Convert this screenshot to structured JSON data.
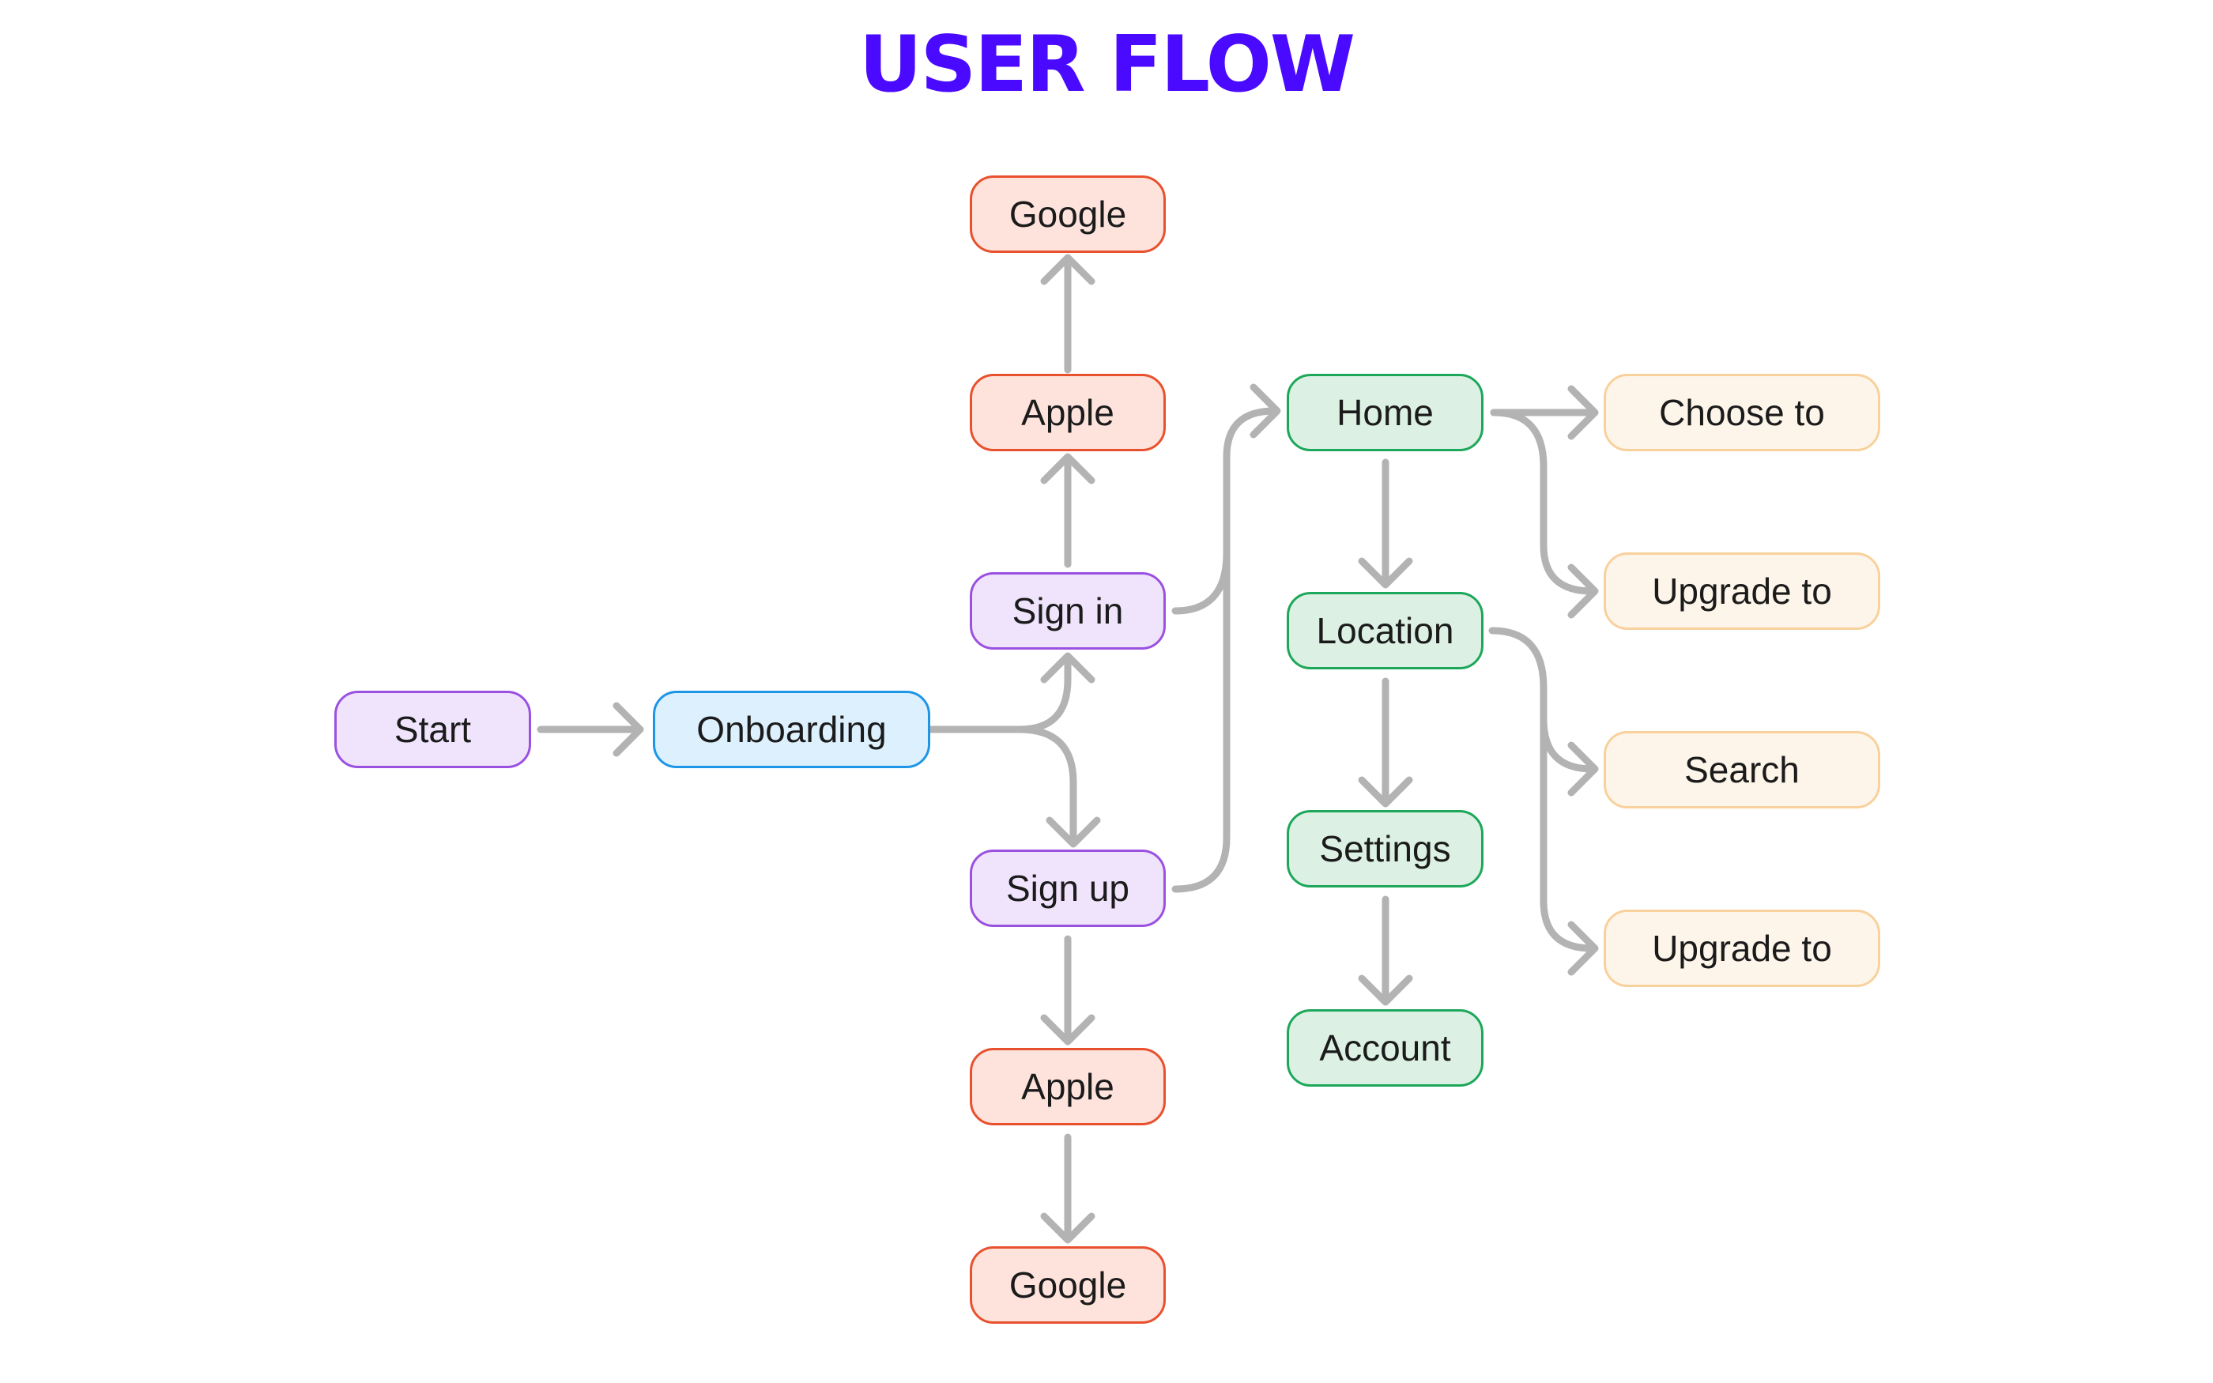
{
  "title": "USER FLOW",
  "colors": {
    "title": "#4A0AFF",
    "edge": "#B3B3B3",
    "purple": {
      "fill": "#F0E4FD",
      "border": "#9B51E0"
    },
    "blue": {
      "fill": "#DDF0FD",
      "border": "#1E96E8"
    },
    "red": {
      "fill": "#FDE3DC",
      "border": "#E8512E"
    },
    "green": {
      "fill": "#DCF1E4",
      "border": "#1DA75A"
    },
    "orange": {
      "fill": "#FEF5EA",
      "border": "#F8D19C"
    }
  },
  "nodes": [
    {
      "id": "start",
      "label": "Start",
      "color": "purple"
    },
    {
      "id": "onboarding",
      "label": "Onboarding",
      "color": "blue"
    },
    {
      "id": "sign-in",
      "label": "Sign in",
      "color": "purple"
    },
    {
      "id": "sign-up",
      "label": "Sign up",
      "color": "purple"
    },
    {
      "id": "apple-signin",
      "label": "Apple",
      "color": "red"
    },
    {
      "id": "google-signin",
      "label": "Google",
      "color": "red"
    },
    {
      "id": "apple-signup",
      "label": "Apple",
      "color": "red"
    },
    {
      "id": "google-signup",
      "label": "Google",
      "color": "red"
    },
    {
      "id": "home",
      "label": "Home",
      "color": "green"
    },
    {
      "id": "location",
      "label": "Location",
      "color": "green"
    },
    {
      "id": "settings",
      "label": "Settings",
      "color": "green"
    },
    {
      "id": "account",
      "label": "Account",
      "color": "green"
    },
    {
      "id": "choose-to",
      "label": "Choose to",
      "color": "orange"
    },
    {
      "id": "upgrade-to-1",
      "label": "Upgrade to",
      "color": "orange"
    },
    {
      "id": "search",
      "label": "Search",
      "color": "orange"
    },
    {
      "id": "upgrade-to-2",
      "label": "Upgrade to",
      "color": "orange"
    }
  ],
  "edges": [
    {
      "from": "start",
      "to": "onboarding"
    },
    {
      "from": "onboarding",
      "to": "sign-in"
    },
    {
      "from": "onboarding",
      "to": "sign-up"
    },
    {
      "from": "sign-in",
      "to": "apple-signin"
    },
    {
      "from": "apple-signin",
      "to": "google-signin"
    },
    {
      "from": "sign-up",
      "to": "apple-signup"
    },
    {
      "from": "apple-signup",
      "to": "google-signup"
    },
    {
      "from": "sign-in",
      "to": "home"
    },
    {
      "from": "sign-up",
      "to": "home"
    },
    {
      "from": "home",
      "to": "location"
    },
    {
      "from": "location",
      "to": "settings"
    },
    {
      "from": "settings",
      "to": "account"
    },
    {
      "from": "home",
      "to": "choose-to"
    },
    {
      "from": "home",
      "to": "upgrade-to-1"
    },
    {
      "from": "location",
      "to": "search"
    },
    {
      "from": "location",
      "to": "upgrade-to-2"
    }
  ]
}
